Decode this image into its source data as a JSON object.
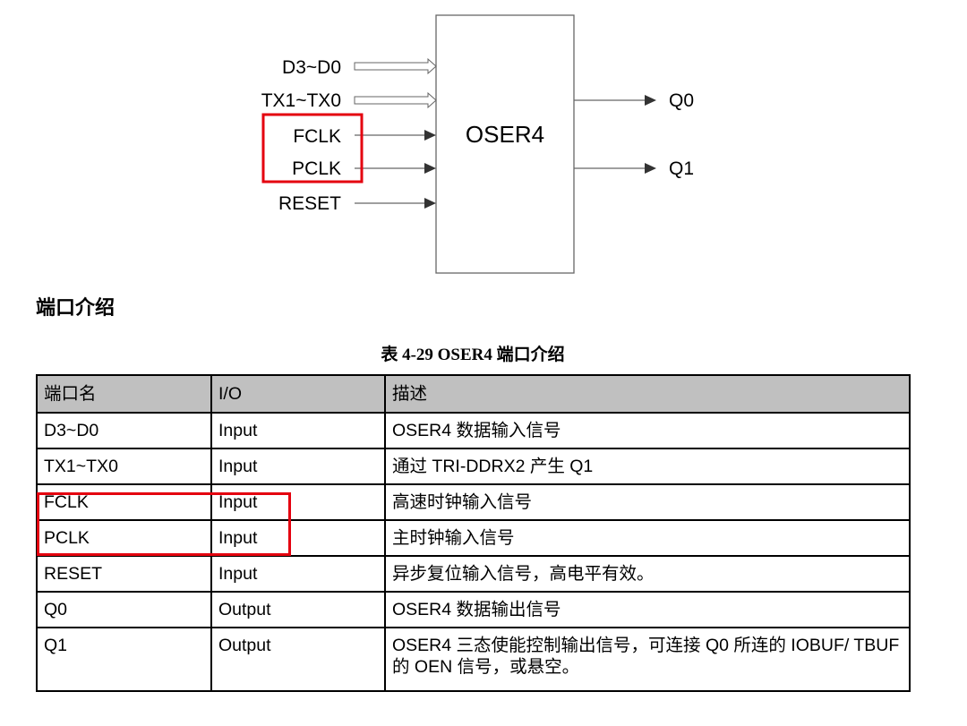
{
  "diagram": {
    "block_name": "OSER4",
    "inputs": [
      "D3~D0",
      "TX1~TX0",
      "FCLK",
      "PCLK",
      "RESET"
    ],
    "outputs": [
      "Q0",
      "Q1"
    ],
    "highlight_color": "#e4000f"
  },
  "section_heading": "端口介绍",
  "table": {
    "caption": "表 4-29 OSER4 端口介绍",
    "headers": [
      "端口名",
      "I/O",
      "描述"
    ],
    "rows": [
      [
        "D3~D0",
        "Input",
        "OSER4 数据输入信号"
      ],
      [
        "TX1~TX0",
        "Input",
        "通过 TRI-DDRX2 产生 Q1"
      ],
      [
        "FCLK",
        "Input",
        "高速时钟输入信号"
      ],
      [
        "PCLK",
        "Input",
        "主时钟输入信号"
      ],
      [
        "RESET",
        "Input",
        "异步复位输入信号，高电平有效。"
      ],
      [
        "Q0",
        "Output",
        "OSER4 数据输出信号"
      ],
      [
        "Q1",
        "Output",
        "OSER4 三态使能控制输出信号，可连接 Q0 所连的 IOBUF/ TBUF 的 OEN 信号，或悬空。"
      ]
    ],
    "header_bg": "#c0c0c0"
  }
}
